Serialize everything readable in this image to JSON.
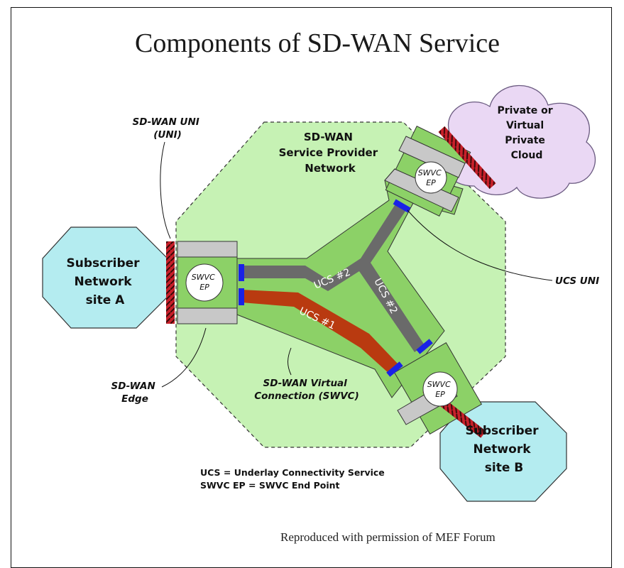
{
  "title": "Components of SD-WAN Service",
  "provider_network": {
    "lines": [
      "SD-WAN",
      "Service Provider",
      "Network"
    ]
  },
  "cloud": {
    "lines": [
      "Private or",
      "Virtual",
      "Private",
      "Cloud"
    ]
  },
  "site_a": {
    "lines": [
      "Subscriber",
      "Network",
      "site A"
    ]
  },
  "site_b": {
    "lines": [
      "Subscriber",
      "Network",
      "site B"
    ]
  },
  "endpoint": {
    "lines": [
      "SWVC",
      "EP"
    ]
  },
  "ucs_labels": {
    "ucs1": "UCS #1",
    "ucs2_top": "UCS #2",
    "ucs2_diag": "UCS #2"
  },
  "callouts": {
    "uni": [
      "SD-WAN UNI",
      "(UNI)"
    ],
    "ucs_uni": "UCS UNI",
    "edge": [
      "SD-WAN",
      "Edge"
    ],
    "swvc": [
      "SD-WAN Virtual",
      "Connection (SWVC)"
    ]
  },
  "legend": [
    "UCS = Underlay Connectivity Service",
    "SWVC EP = SWVC End Point"
  ],
  "credit": "Reproduced with permission of MEF Forum",
  "colors": {
    "provider_fill": "#c6f2b4",
    "swvc_fill": "#8cd167",
    "ucs_gray": "#6a6a6a",
    "ucs_red": "#b93a10",
    "edge_gray": "#c8c8c8",
    "uni_red": "#c8202a",
    "ucs_uni_blue": "#1a22e6",
    "site_fill": "#b4ecf0",
    "cloud_fill": "#ead8f4"
  }
}
